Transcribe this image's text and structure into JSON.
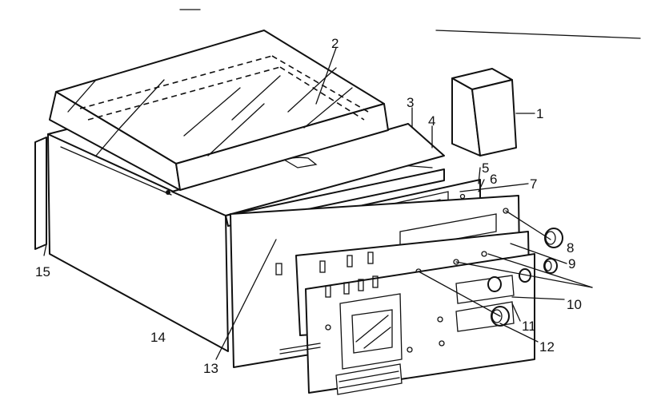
{
  "callouts": [
    {
      "id": "1",
      "text": "1"
    },
    {
      "id": "2",
      "text": "2"
    },
    {
      "id": "3",
      "text": "3"
    },
    {
      "id": "4",
      "text": "4"
    },
    {
      "id": "5",
      "text": "5"
    },
    {
      "id": "6",
      "text": "6"
    },
    {
      "id": "7",
      "text": "7"
    },
    {
      "id": "8",
      "text": "8"
    },
    {
      "id": "9",
      "text": "9"
    },
    {
      "id": "10",
      "text": "10"
    },
    {
      "id": "11",
      "text": "11"
    },
    {
      "id": "12",
      "text": "12"
    },
    {
      "id": "13",
      "text": "13"
    },
    {
      "id": "14",
      "text": "14"
    },
    {
      "id": "15",
      "text": "15"
    }
  ],
  "colors": {
    "ink": "#111111",
    "paper": "#ffffff"
  }
}
